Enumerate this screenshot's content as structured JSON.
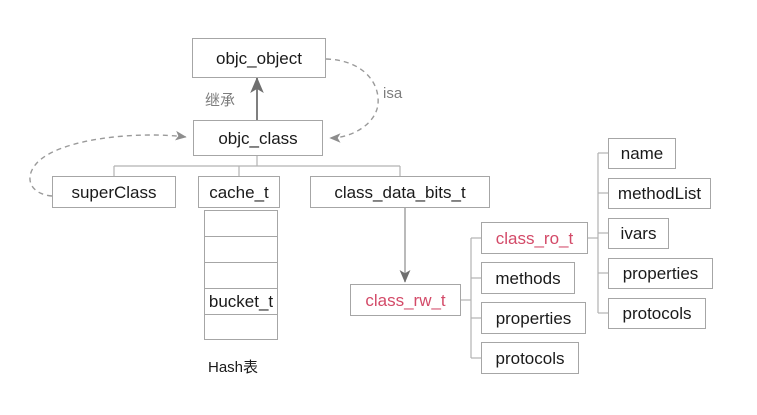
{
  "diagram": {
    "title": "objc_class structure diagram",
    "colors": {
      "box_border": "#a6a6a6",
      "text": "#1a1a1a",
      "accent_pink": "#d34a68",
      "edge_label": "#7d7d7d",
      "wire": "#9a9a9a"
    },
    "nodes": {
      "objc_object": "objc_object",
      "objc_class": "objc_class",
      "super_class": "superClass",
      "cache_t": "cache_t",
      "class_data_bits_t": "class_data_bits_t",
      "class_rw_t": "class_rw_t",
      "class_ro_t": "class_ro_t"
    },
    "edge_labels": {
      "inherit": "继承",
      "isa": "isa"
    },
    "cache": {
      "caption": "Hash表",
      "cells": [
        "",
        "",
        "",
        "bucket_t",
        ""
      ]
    },
    "rw_children": [
      "methods",
      "properties",
      "protocols"
    ],
    "ro_children": [
      "name",
      "methodList",
      "ivars",
      "properties",
      "protocols"
    ]
  }
}
